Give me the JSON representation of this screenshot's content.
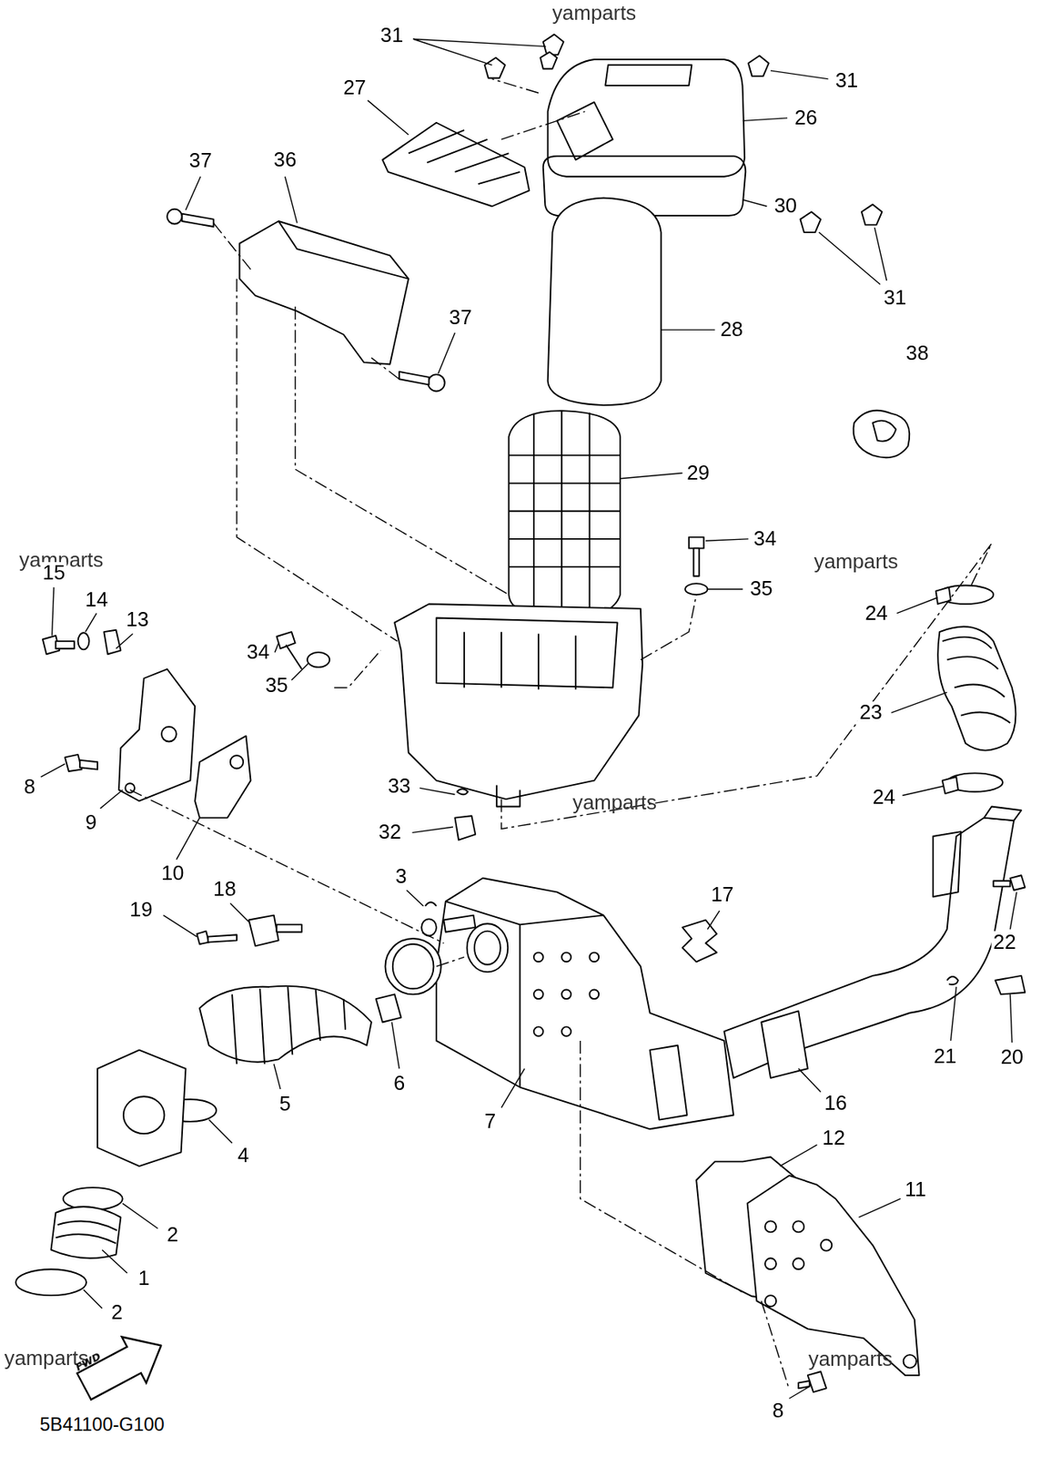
{
  "diagram": {
    "nodes": [
      {
        "text": [
          "FWD"
        ]
      }
    ],
    "labels": [
      "yamparts",
      "31",
      "31",
      "27",
      "26",
      "37",
      "36",
      "30",
      "31",
      "37",
      "28",
      "38",
      "29",
      "34",
      "yamparts",
      "15",
      "yamparts",
      "14",
      "35",
      "13",
      "24",
      "34",
      "35",
      "23",
      "8",
      "33",
      "24",
      "9",
      "yamparts",
      "32",
      "10",
      "3",
      "18",
      "17",
      "19",
      "22",
      "21",
      "20",
      "6",
      "16",
      "5",
      "7",
      "12",
      "4",
      "11",
      "2",
      "1",
      "2",
      "yamparts",
      "yamparts",
      "8",
      "5B41100-G100"
    ]
  }
}
